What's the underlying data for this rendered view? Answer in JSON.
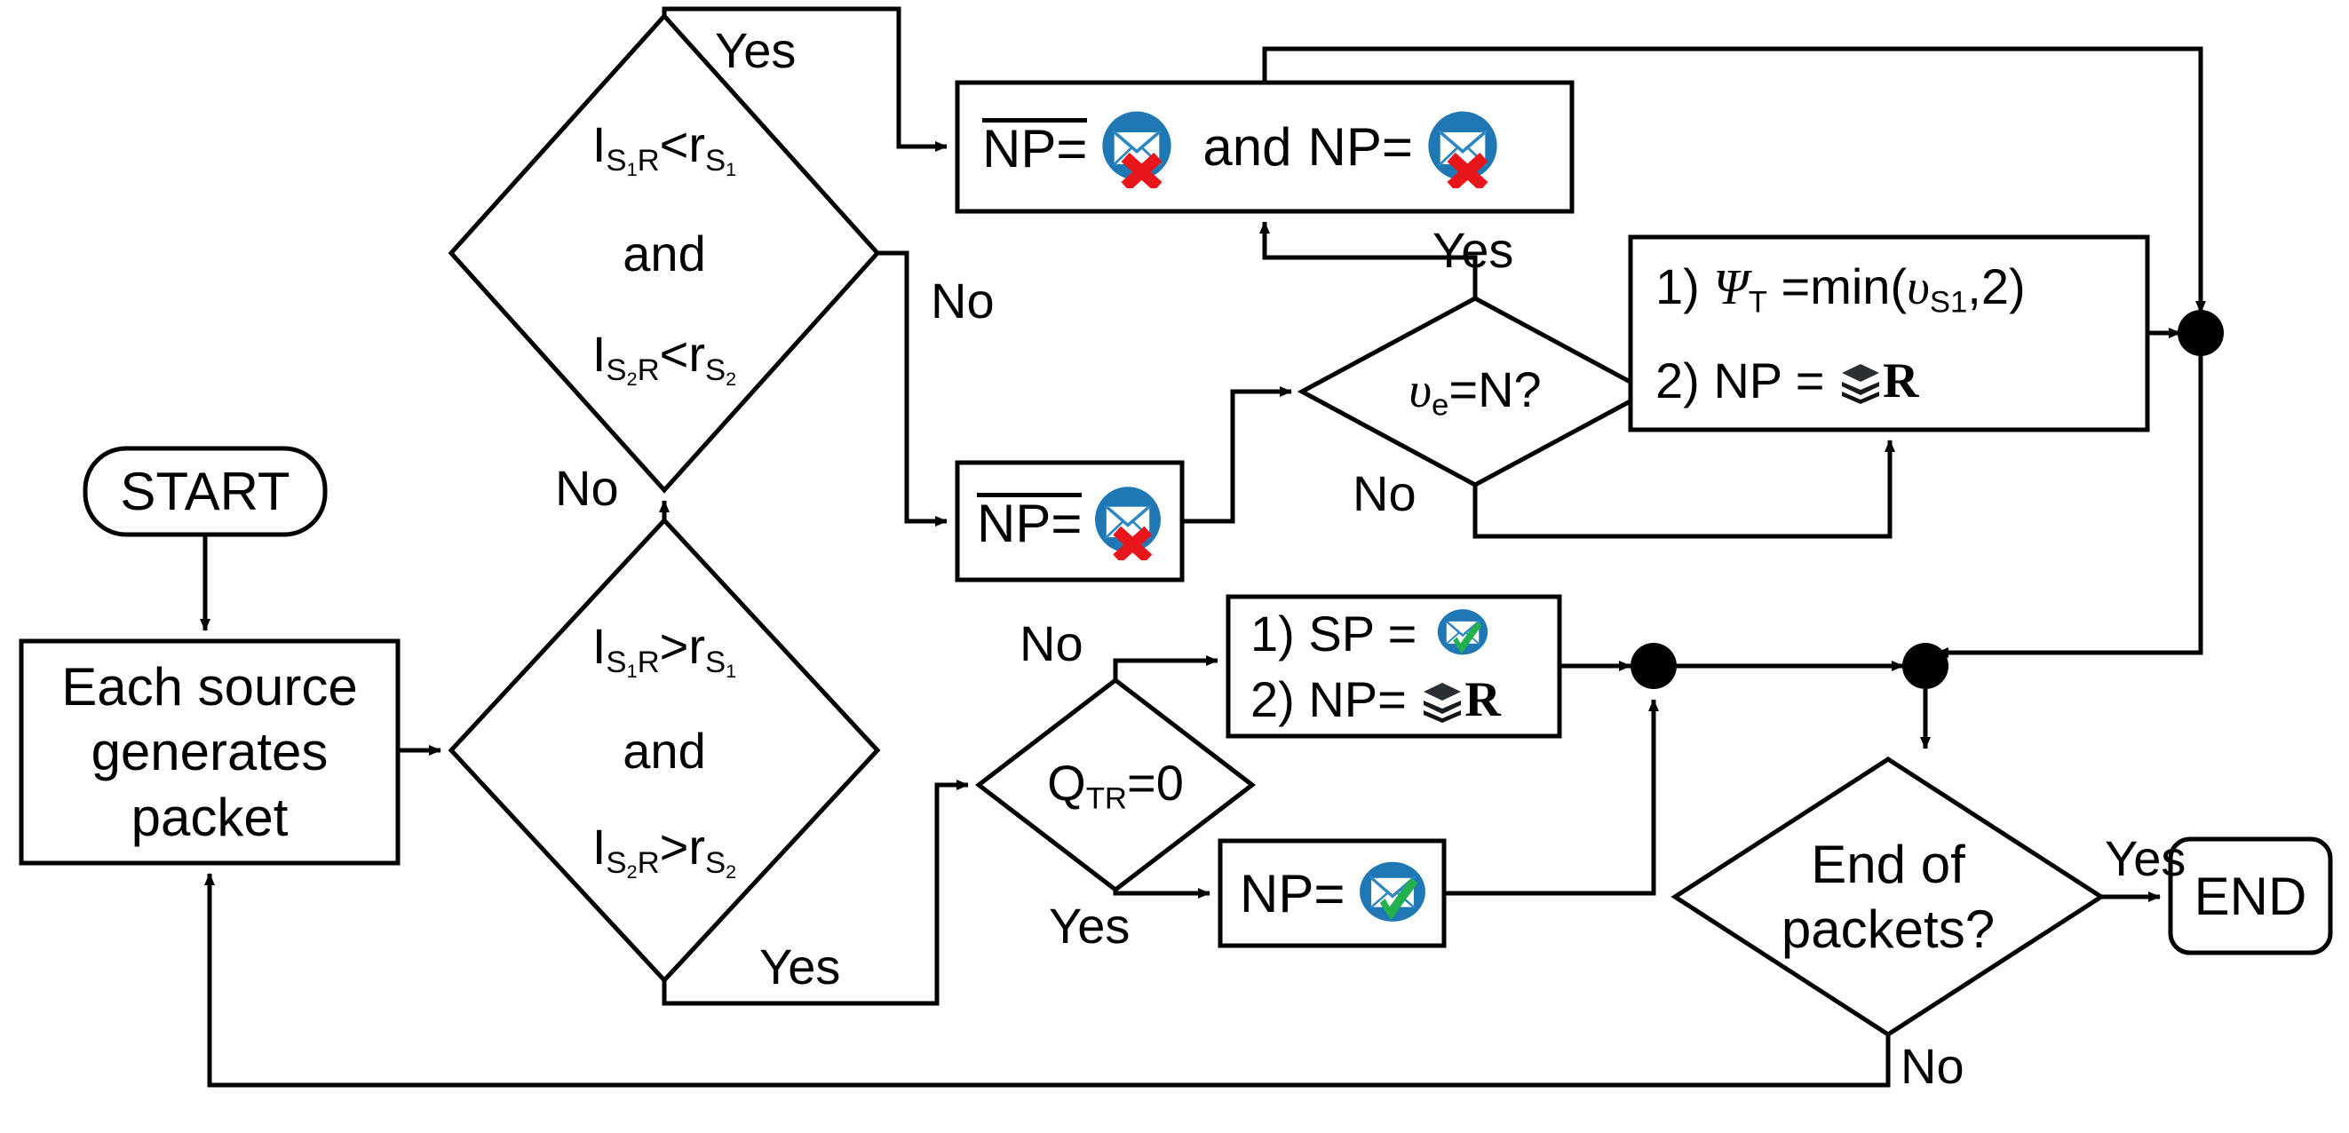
{
  "diagram": {
    "title": "Packet transmission flowchart",
    "nodes": {
      "start": {
        "label": "START",
        "shape": "terminator"
      },
      "generate": {
        "label": "Each source generates packet",
        "shape": "process"
      },
      "decision1": {
        "line1": "I",
        "line1_sub": "S1R",
        "line1_op": "<",
        "line1_rhs": "r",
        "line1_rhs_sub": "S1",
        "line2": "and",
        "line3": "I",
        "line3_sub": "S2R",
        "line3_op": "<",
        "line3_rhs": "r",
        "line3_rhs_sub": "S2",
        "shape": "decision",
        "text": "I(S1R)<r(S1) and I(S2R)<r(S2)"
      },
      "decision2": {
        "line1": "I",
        "line1_sub": "S1R",
        "line1_op": ">",
        "line1_rhs": "r",
        "line1_rhs_sub": "S1",
        "line2": "and",
        "line3": "I",
        "line3_sub": "S2R",
        "line3_op": ">",
        "line3_rhs": "r",
        "line3_rhs_sub": "S2",
        "shape": "decision",
        "text": "I(S1R)>r(S1) and I(S2R)>r(S2)"
      },
      "box_np_and_np": {
        "part1": "NP=",
        "part1_overline": true,
        "conj": "and",
        "part2": "NP=",
        "icon1": "envelope-error-icon",
        "icon2": "envelope-error-icon",
        "shape": "process",
        "text": "N̄P= [envelope-error] and NP= [envelope-error]"
      },
      "box_npbar": {
        "part1": "NP=",
        "part1_overline": true,
        "icon1": "envelope-error-icon",
        "shape": "process",
        "text": "N̄P= [envelope-error]"
      },
      "decision_ve": {
        "lhs": "υ",
        "lhs_sub": "e",
        "rhs": "=N?",
        "shape": "decision",
        "text": "υe=N?"
      },
      "box_psi": {
        "item1_num": "1)",
        "item1_sym": "Ψ",
        "item1_sub": "T",
        "item1_rest": "=min(",
        "item1_var": "υ",
        "item1_var_sub": "S1",
        "item1_tail": ",2)",
        "item2_num": "2)",
        "item2_text": "NP =",
        "item2_icon": "stack-icon",
        "item2_tail": "R",
        "shape": "process",
        "text": "1) ΨT =min(υS1,2)   2) NP = [stack]R"
      },
      "decision_qtr": {
        "lhs": "Q",
        "lhs_sub": "TR",
        "rhs": "=0",
        "shape": "decision",
        "text": "QTR=0"
      },
      "box_sp": {
        "item1_num": "1)",
        "item1_text": "SP =",
        "item1_icon": "envelope-check-icon",
        "item2_num": "2)",
        "item2_text": "NP=",
        "item2_icon": "stack-icon",
        "item2_tail": "R",
        "shape": "process",
        "text": "1) SP = [envelope-check]   2) NP= [stack]R"
      },
      "box_np_ok": {
        "part1": "NP=",
        "icon1": "envelope-check-icon",
        "shape": "process",
        "text": "NP= [envelope-check]"
      },
      "decision_end": {
        "line1": "End of",
        "line2": "packets?",
        "shape": "decision",
        "text": "End of packets?"
      },
      "end": {
        "label": "END",
        "shape": "terminator"
      }
    },
    "edge_labels": {
      "d1_yes": "Yes",
      "d1_no": "No",
      "d1_down_no": "No",
      "d2_yes": "Yes",
      "d2_no": "No",
      "ve_yes": "Yes",
      "ve_no": "No",
      "qtr_yes": "Yes",
      "end_yes": "Yes",
      "end_no": "No"
    },
    "colors": {
      "stroke": "#000000",
      "background": "#ffffff",
      "envelope_blue": "#1f78b4",
      "envelope_blue_dark": "#1669a5",
      "error_red": "#e8151b",
      "check_green": "#22b14c",
      "stack_dark": "#2b2f33"
    }
  }
}
